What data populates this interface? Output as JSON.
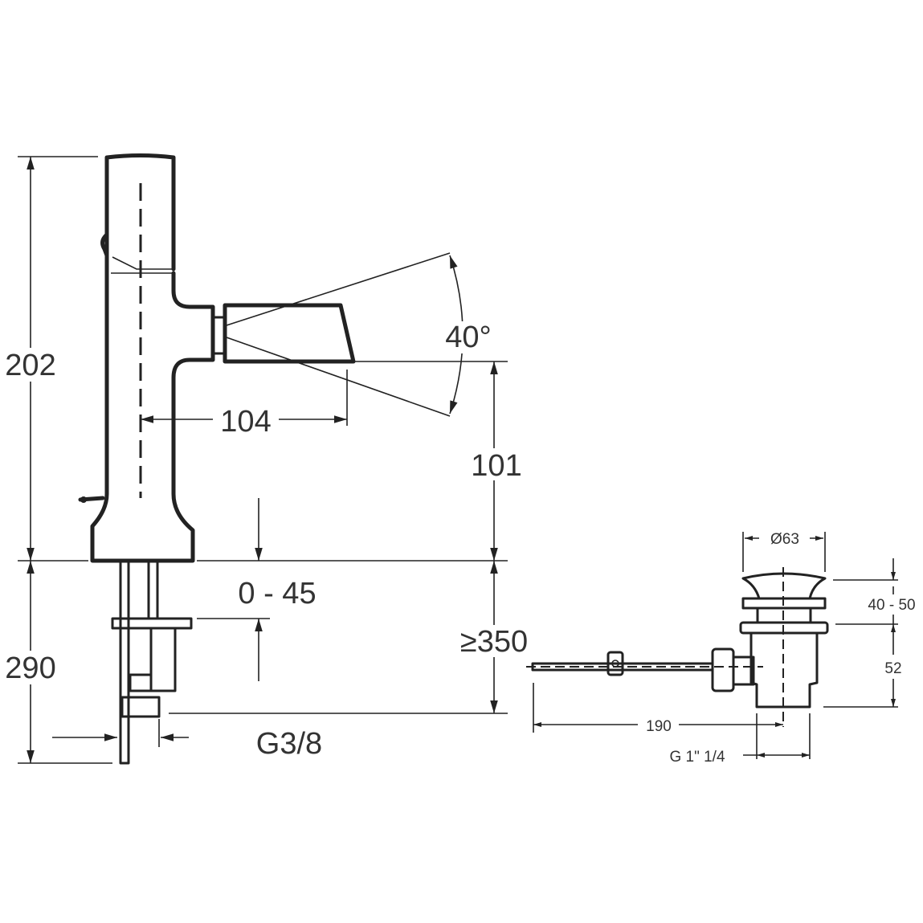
{
  "tap_dimensions": {
    "total_height": "202",
    "below_counter": "290",
    "spout_reach": "104",
    "spout_height": "101",
    "spray_angle": "40°",
    "counter_thickness": "0 - 45",
    "min_drop": "≥350",
    "connection_thread": "G3/8"
  },
  "waste_dimensions": {
    "diameter": "Ø63",
    "range": "40 - 50",
    "body_height": "52",
    "rod_length": "190",
    "thread": "G 1\" 1/4"
  }
}
